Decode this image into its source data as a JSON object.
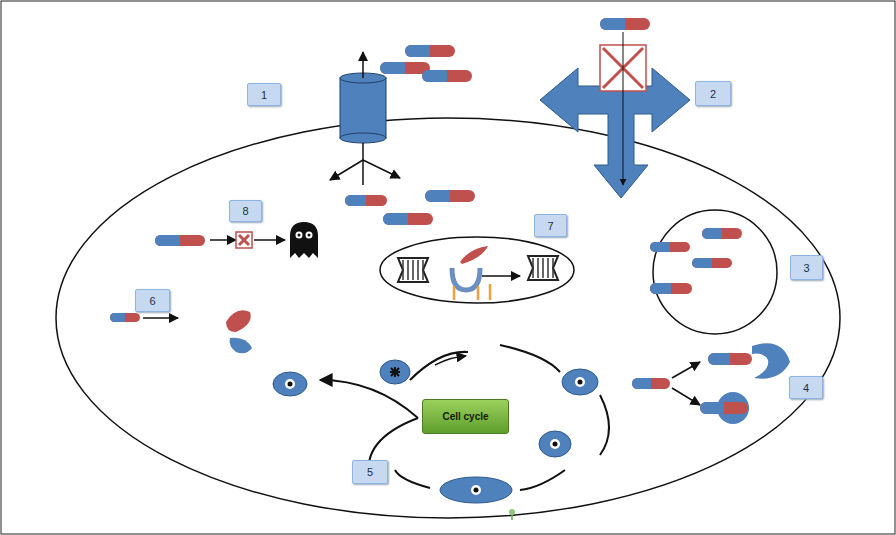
{
  "diagram": {
    "nodes": [
      {
        "text": [
          "1"
        ]
      },
      {
        "text": [
          "2"
        ]
      },
      {
        "text": [
          "8"
        ]
      },
      {
        "text": [
          "7"
        ]
      },
      {
        "text": [
          "3"
        ]
      },
      {
        "text": [
          "6"
        ]
      },
      {
        "text": [
          "4"
        ]
      },
      {
        "text": [
          "5"
        ]
      },
      {
        "text": [
          "Cell cycle"
        ]
      }
    ]
  }
}
